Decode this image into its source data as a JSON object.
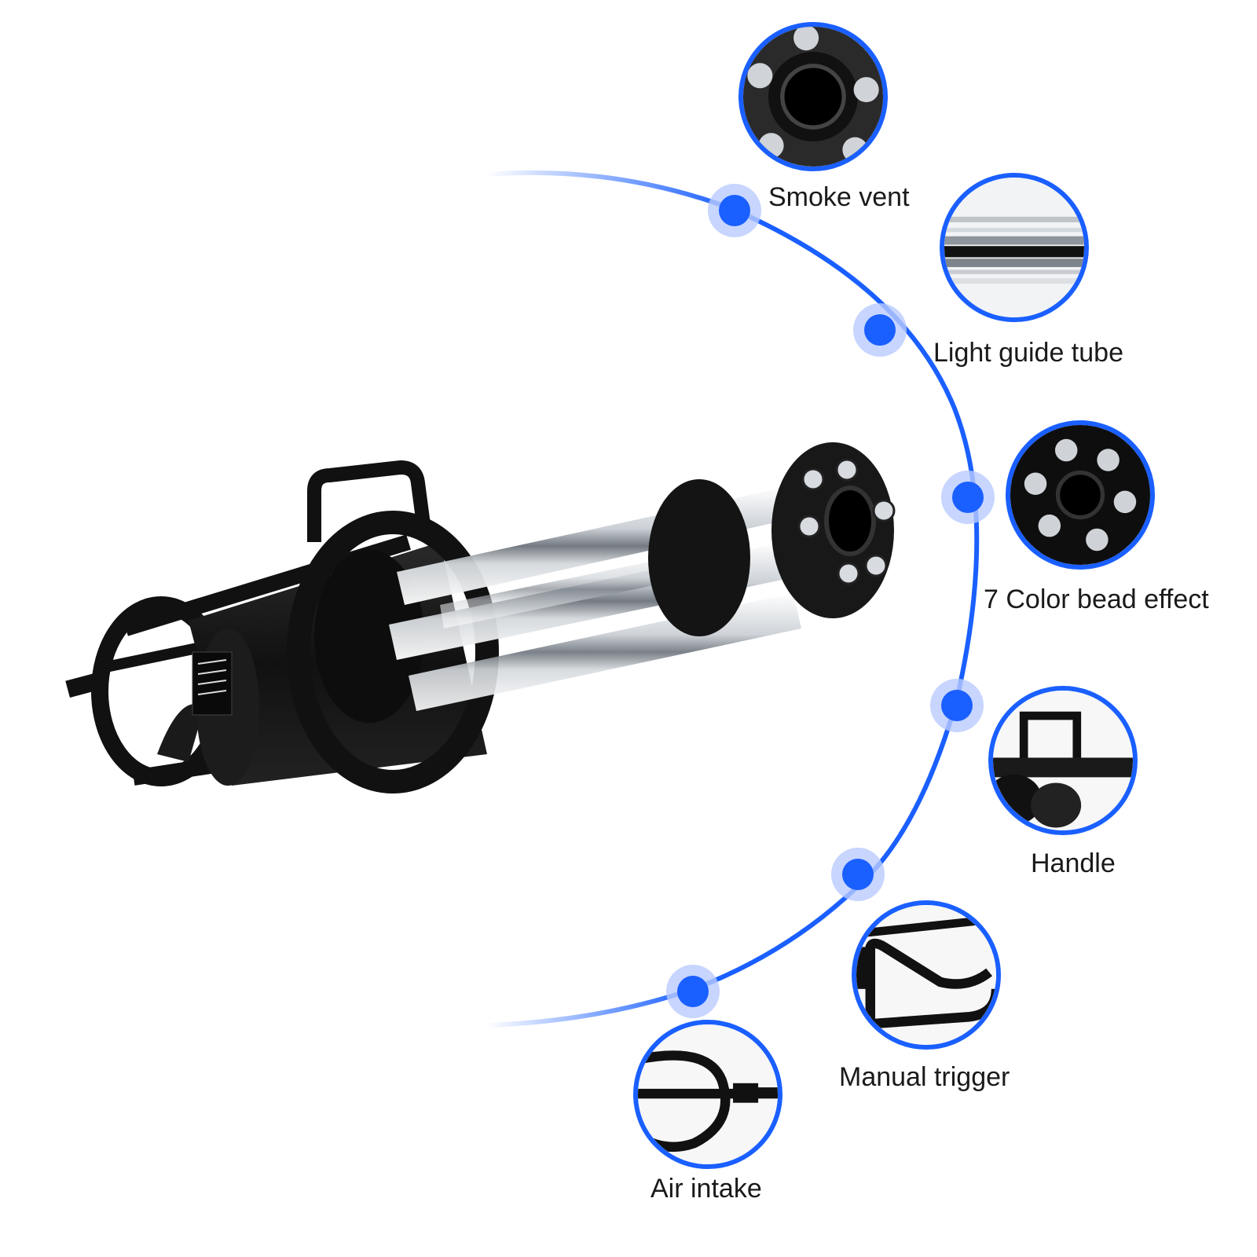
{
  "colors": {
    "accent": "#1a5fff",
    "accent_halo": "#b9cbff",
    "device_body": "#141414",
    "tube_glass": "#e8ecf0",
    "text": "#1a1a1a"
  },
  "features": [
    {
      "label": "Smoke vent",
      "icon": "smoke-vent-closeup"
    },
    {
      "label": "Light guide tube",
      "icon": "light-guide-tube-closeup"
    },
    {
      "label": "7 Color bead effect",
      "icon": "color-bead-closeup"
    },
    {
      "label": "Handle",
      "icon": "handle-closeup"
    },
    {
      "label": "Manual trigger",
      "icon": "manual-trigger-closeup"
    },
    {
      "label": "Air intake",
      "icon": "air-intake-closeup"
    }
  ]
}
